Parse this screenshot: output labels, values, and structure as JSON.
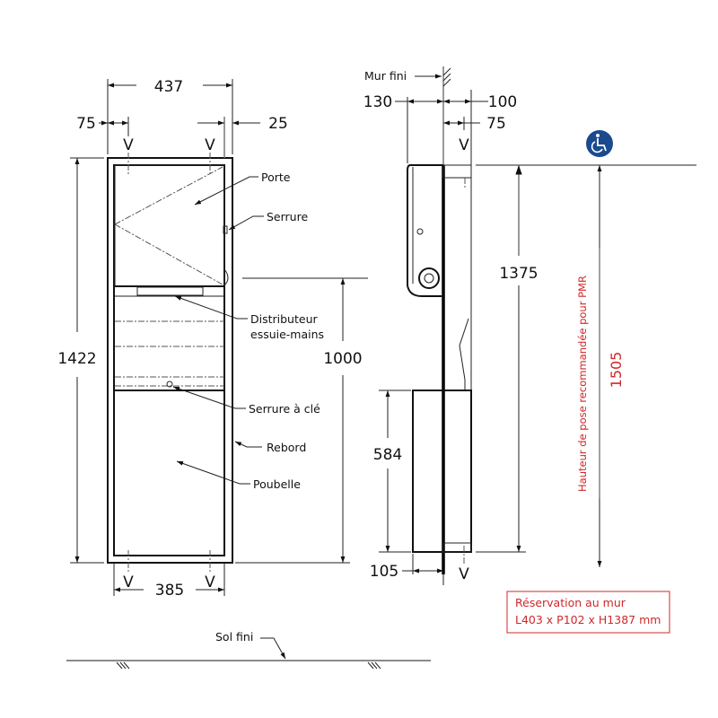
{
  "front_view": {
    "dimensions": {
      "overall_width": "437",
      "left_offset": "75",
      "right_offset": "25",
      "height": "1422",
      "inner_width": "385",
      "mount_height": "1000",
      "top_marker_left": "V",
      "top_marker_right": "V",
      "bottom_marker_left": "V",
      "bottom_marker_right": "V"
    },
    "labels": {
      "door": "Porte",
      "lock": "Serrure",
      "dispenser_line1": "Distributeur",
      "dispenser_line2": "essuie-mains",
      "key_lock": "Serrure à clé",
      "flange": "Rebord",
      "bin": "Poubelle"
    }
  },
  "side_view": {
    "wall_label": "Mur fini",
    "dimensions": {
      "projection": "130",
      "recess_depth": "100",
      "fixing_depth": "75",
      "top_height": "1375",
      "bin_height": "584",
      "bin_depth": "105",
      "top_marker": "V",
      "bottom_marker": "V"
    }
  },
  "pmr": {
    "icon": "wheelchair-accessibility-icon",
    "icon_color": "#1b4a8f",
    "label": "Hauteur de pose recommandée pour PMR",
    "height": "1505",
    "color": "#d0272b"
  },
  "reservation": {
    "line1": "Réservation au mur",
    "line2": "L403 x P102 x H1387 mm",
    "color": "#d0272b"
  },
  "floor": {
    "label": "Sol fini"
  }
}
